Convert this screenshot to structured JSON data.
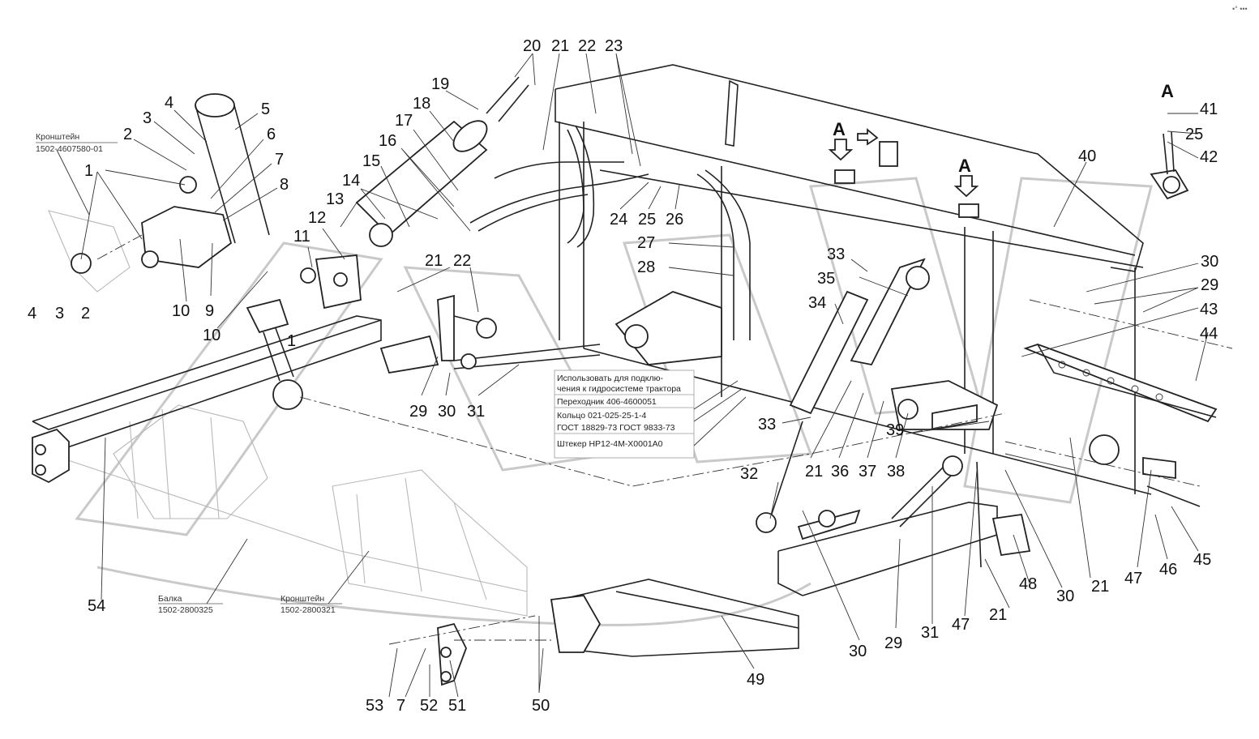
{
  "corner_mark": "•° •••",
  "callouts": [
    "1",
    "2",
    "3",
    "4",
    "5",
    "6",
    "7",
    "8",
    "9",
    "10",
    "11",
    "12",
    "13",
    "14",
    "15",
    "16",
    "17",
    "18",
    "19",
    "20",
    "21",
    "22",
    "23",
    "24",
    "25",
    "26",
    "27",
    "28",
    "29",
    "30",
    "31",
    "32",
    "33",
    "34",
    "35",
    "36",
    "37",
    "38",
    "39",
    "40",
    "41",
    "42",
    "43",
    "44",
    "45",
    "46",
    "47",
    "48",
    "49",
    "50",
    "51",
    "52",
    "53",
    "54"
  ],
  "view_marker": "A",
  "captions": {
    "bracket_top_label": "Кронштейн",
    "bracket_top_code": "1502-4607580-01",
    "beam_label": "Балка",
    "beam_code": "1502-2800325",
    "bracket_bottom_label": "Кронштейн",
    "bracket_bottom_code": "1502-2800321"
  },
  "note_box": {
    "line1": "Использовать для подклю-",
    "line2": "чения к гидросистеме трактора",
    "line3": "Переходник 406-4600051",
    "line4": "Кольцо 021-025-25-1-4",
    "line5": "ГОСТ 18829-73 ГОСТ 9833-73",
    "line6": "Штекер НР12-4М-Х0001А0"
  }
}
